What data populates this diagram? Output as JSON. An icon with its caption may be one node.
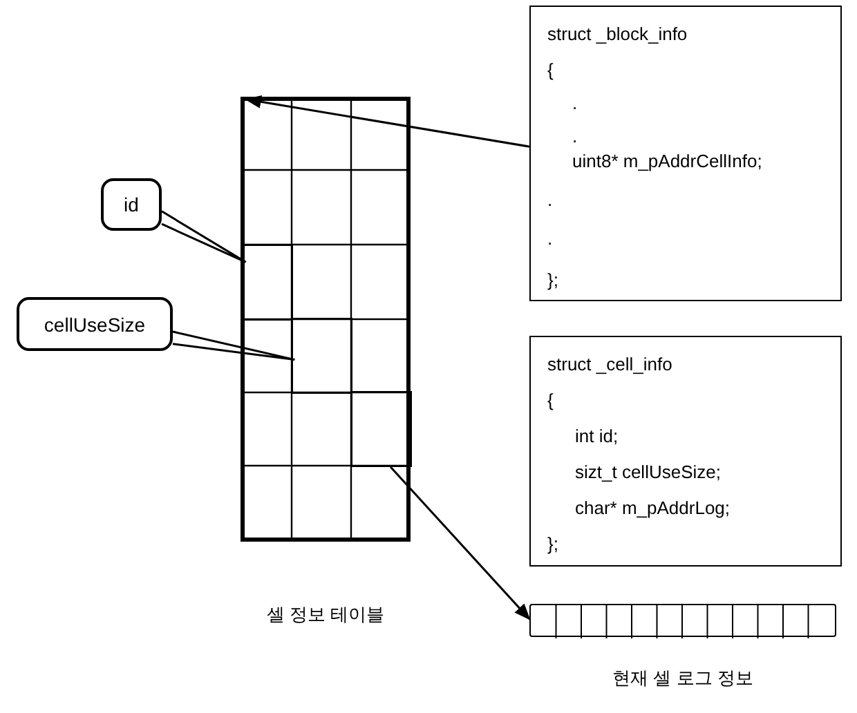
{
  "diagram": {
    "nodes": [
      {
        "text": [],
        "shape": "box",
        "beside": [
          "셀 정보 테이블"
        ]
      },
      {
        "text": [],
        "shape": "box",
        "in": 0
      },
      {
        "text": [],
        "shape": "box",
        "in": 0
      },
      {
        "text": [],
        "shape": "box",
        "in": 0
      },
      {
        "text": [
          "id"
        ]
      },
      {
        "text": [
          "cellUseSize"
        ]
      },
      {
        "text": [
          "struct _block_info",
          "{",
          ".",
          ".",
          "uint8* m_pAddrCellInfo;",
          ".",
          ".",
          "};"
        ]
      },
      {
        "text": [
          "struct _cell_info",
          "{",
          "int id;",
          "sizt_t cellUseSize;",
          "char* m_pAddrLog;",
          "};"
        ]
      },
      {
        "text": [],
        "shape": "bar",
        "beside": [
          "현재 셀 로그 정보"
        ]
      }
    ],
    "edges": [
      {
        "from": 6,
        "to": 0,
        "arrow": "to"
      },
      {
        "from": 4,
        "to": 1,
        "arrow": "none"
      },
      {
        "from": 5,
        "to": 2,
        "arrow": "none"
      },
      {
        "from": 3,
        "to": 8,
        "arrow": "to"
      }
    ]
  }
}
